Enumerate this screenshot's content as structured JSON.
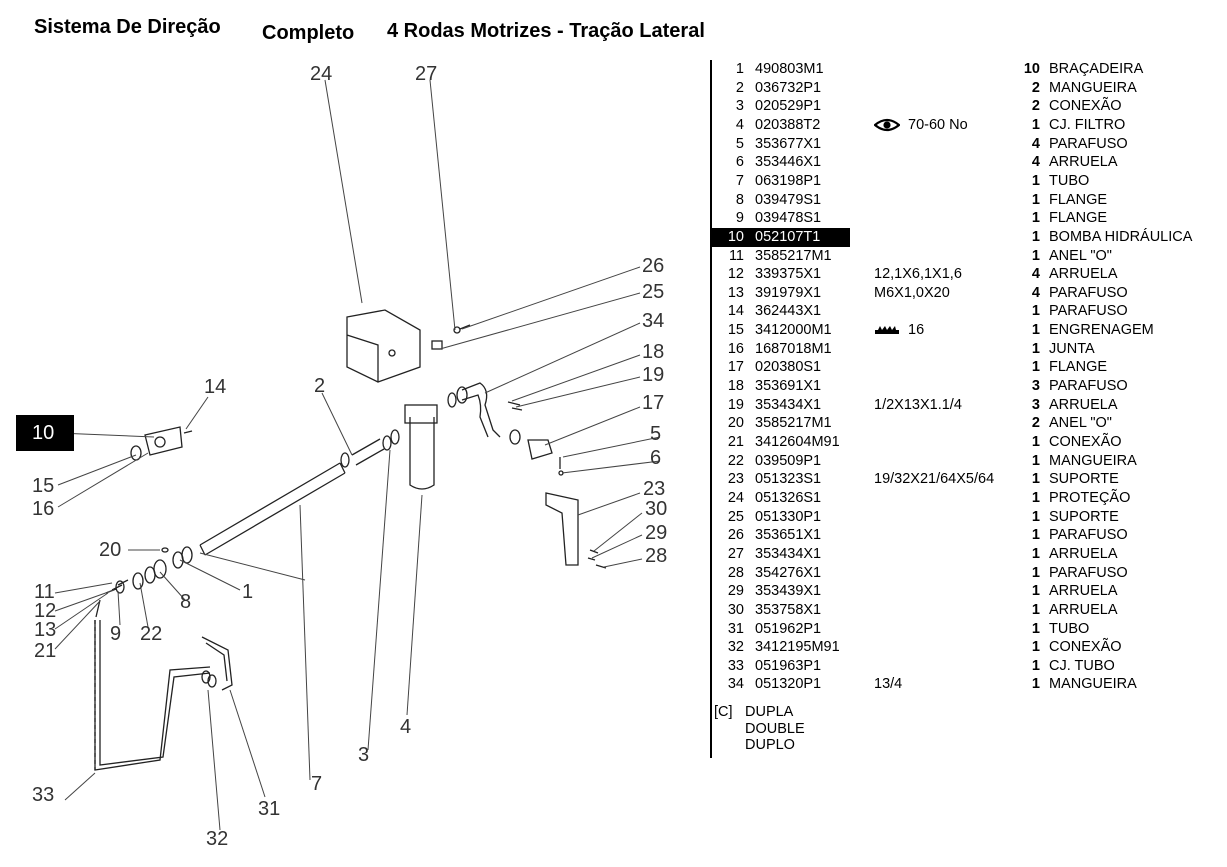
{
  "header": {
    "title": "Sistema De Direção",
    "subtitle": "Completo",
    "variant": "4 Rodas Motrizes - Tração Lateral"
  },
  "diagram": {
    "callouts": [
      "24",
      "27",
      "26",
      "25",
      "34",
      "18",
      "19",
      "17",
      "5",
      "6",
      "23",
      "30",
      "29",
      "28",
      "2",
      "14",
      "10",
      "15",
      "16",
      "20",
      "11",
      "12",
      "13",
      "21",
      "9",
      "22",
      "8",
      "1",
      "7",
      "3",
      "4",
      "33",
      "31",
      "32"
    ]
  },
  "parts": [
    {
      "num": "1",
      "code": "490803M1",
      "spec": "",
      "qty": "10",
      "desc": "BRAÇADEIRA"
    },
    {
      "num": "2",
      "code": "036732P1",
      "spec": "",
      "qty": "2",
      "desc": "MANGUEIRA"
    },
    {
      "num": "3",
      "code": "020529P1",
      "spec": "",
      "qty": "2",
      "desc": "CONEXÃO"
    },
    {
      "num": "4",
      "code": "020388T2",
      "spec": "70-60 No",
      "spec_icon": "eye-icon",
      "qty": "1",
      "desc": "CJ. FILTRO"
    },
    {
      "num": "5",
      "code": "353677X1",
      "spec": "",
      "qty": "4",
      "desc": "PARAFUSO"
    },
    {
      "num": "6",
      "code": "353446X1",
      "spec": "",
      "qty": "4",
      "desc": "ARRUELA"
    },
    {
      "num": "7",
      "code": "063198P1",
      "spec": "",
      "qty": "1",
      "desc": "TUBO"
    },
    {
      "num": "8",
      "code": "039479S1",
      "spec": "",
      "qty": "1",
      "desc": "FLANGE"
    },
    {
      "num": "9",
      "code": "039478S1",
      "spec": "",
      "qty": "1",
      "desc": "FLANGE"
    },
    {
      "num": "10",
      "code": "052107T1",
      "spec": "",
      "qty": "1",
      "desc": "BOMBA HIDRÁULICA",
      "highlight": true
    },
    {
      "num": "11",
      "code": "3585217M1",
      "spec": "",
      "qty": "1",
      "desc": "ANEL \"O\""
    },
    {
      "num": "12",
      "code": "339375X1",
      "spec": "12,1X6,1X1,6",
      "qty": "4",
      "desc": "ARRUELA"
    },
    {
      "num": "13",
      "code": "391979X1",
      "spec": "M6X1,0X20",
      "qty": "4",
      "desc": "PARAFUSO"
    },
    {
      "num": "14",
      "code": "362443X1",
      "spec": "",
      "qty": "1",
      "desc": "PARAFUSO"
    },
    {
      "num": "15",
      "code": "3412000M1",
      "spec": "16",
      "spec_icon": "gear-teeth-icon",
      "qty": "1",
      "desc": "ENGRENAGEM"
    },
    {
      "num": "16",
      "code": "1687018M1",
      "spec": "",
      "qty": "1",
      "desc": "JUNTA"
    },
    {
      "num": "17",
      "code": "020380S1",
      "spec": "",
      "qty": "1",
      "desc": "FLANGE"
    },
    {
      "num": "18",
      "code": "353691X1",
      "spec": "",
      "qty": "3",
      "desc": "PARAFUSO"
    },
    {
      "num": "19",
      "code": "353434X1",
      "spec": "1/2X13X1.1/4",
      "qty": "3",
      "desc": "ARRUELA"
    },
    {
      "num": "20",
      "code": "3585217M1",
      "spec": "",
      "qty": "2",
      "desc": "ANEL \"O\""
    },
    {
      "num": "21",
      "code": "3412604M91",
      "spec": "",
      "qty": "1",
      "desc": "CONEXÃO"
    },
    {
      "num": "22",
      "code": "039509P1",
      "spec": "",
      "qty": "1",
      "desc": "MANGUEIRA"
    },
    {
      "num": "23",
      "code": "051323S1",
      "spec": "19/32X21/64X5/64",
      "qty": "1",
      "desc": "SUPORTE"
    },
    {
      "num": "24",
      "code": "051326S1",
      "spec": "",
      "qty": "1",
      "desc": "PROTEÇÃO"
    },
    {
      "num": "25",
      "code": "051330P1",
      "spec": "",
      "qty": "1",
      "desc": "SUPORTE"
    },
    {
      "num": "26",
      "code": "353651X1",
      "spec": "",
      "qty": "1",
      "desc": "PARAFUSO"
    },
    {
      "num": "27",
      "code": "353434X1",
      "spec": "",
      "qty": "1",
      "desc": "ARRUELA"
    },
    {
      "num": "28",
      "code": "354276X1",
      "spec": "",
      "qty": "1",
      "desc": "PARAFUSO"
    },
    {
      "num": "29",
      "code": "353439X1",
      "spec": "",
      "qty": "1",
      "desc": "ARRUELA"
    },
    {
      "num": "30",
      "code": "353758X1",
      "spec": "",
      "qty": "1",
      "desc": "ARRUELA"
    },
    {
      "num": "31",
      "code": "051962P1",
      "spec": "",
      "qty": "1",
      "desc": "TUBO"
    },
    {
      "num": "32",
      "code": "3412195M91",
      "spec": "",
      "qty": "1",
      "desc": "CONEXÃO"
    },
    {
      "num": "33",
      "code": "051963P1",
      "spec": "",
      "qty": "1",
      "desc": "CJ. TUBO"
    },
    {
      "num": "34",
      "code": "051320P1",
      "spec": "13/4",
      "qty": "1",
      "desc": "MANGUEIRA"
    }
  ],
  "notes": {
    "tag": "[C]",
    "lines": [
      "DUPLA",
      "DOUBLE",
      "DUPLO"
    ]
  }
}
